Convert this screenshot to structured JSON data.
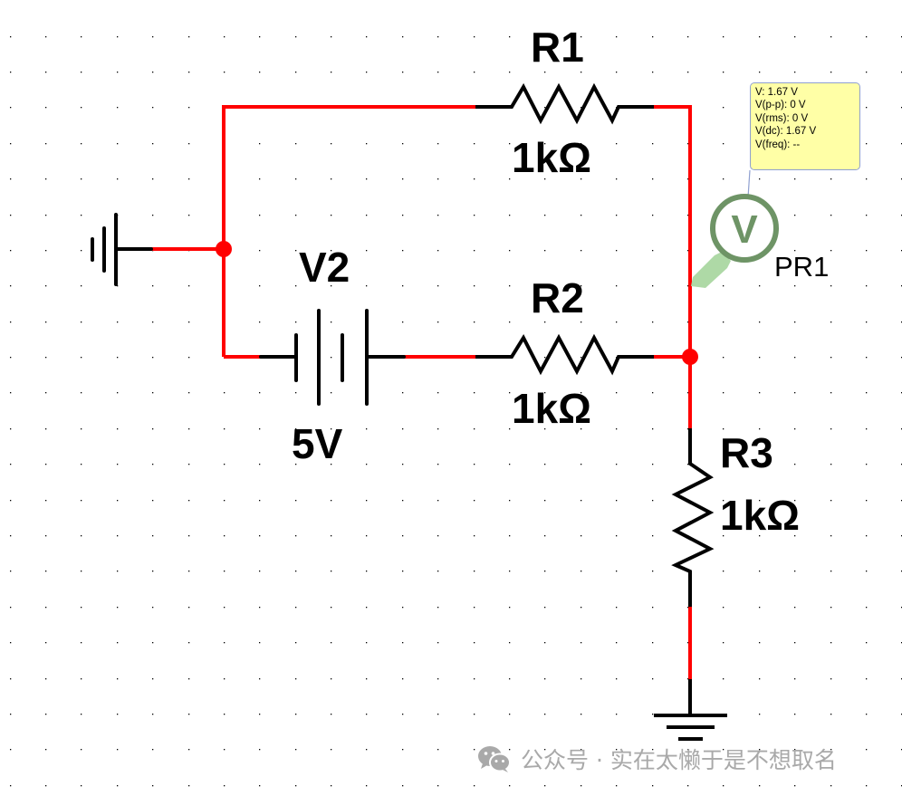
{
  "schematic": {
    "components": {
      "R1": {
        "ref": "R1",
        "value": "1kΩ"
      },
      "R2": {
        "ref": "R2",
        "value": "1kΩ"
      },
      "R3": {
        "ref": "R3",
        "value": "1kΩ"
      },
      "V2": {
        "ref": "V2",
        "value": "5V"
      }
    },
    "probe": {
      "ref": "PR1",
      "symbol": "V",
      "readings": [
        "V: 1.67 V",
        "V(p-p): 0 V",
        "V(rms): 0 V",
        "V(dc): 1.67 V",
        "V(freq): --"
      ]
    },
    "colors": {
      "wire": "#ff0000",
      "component": "#000000",
      "probe_ring": "#6e9466",
      "probe_tip": "#aed9a6",
      "probe_box": "#ffffa6",
      "grid_dot": "#000000"
    }
  },
  "watermark": {
    "icon": "wechat-icon",
    "text": "公众号 · 实在太懒于是不想取名"
  }
}
